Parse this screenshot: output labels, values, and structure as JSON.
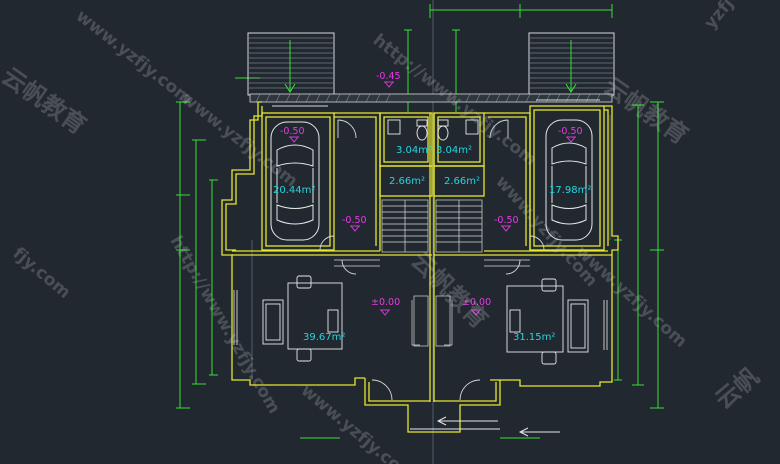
{
  "colors": {
    "background": "#212830",
    "wall": "#e6e62e",
    "line": "#d8d8d8",
    "area_text": "#27d4de",
    "level_text": "#e23ce2",
    "dimension": "#36e036",
    "grid": "#6a7a88"
  },
  "watermarks": {
    "url": "www.yzfjy.com",
    "url_full": "http://www.yzfjy.com",
    "url_fragment": "fjy.com",
    "url_fragment_top": "yzfj",
    "brand_cn": "云帆教育",
    "brand_cn_fragment": "云帆"
  },
  "elevations": {
    "top_step": "-0.45",
    "garage_left": "-0.50",
    "garage_right": "-0.50",
    "hall_left": "-0.50",
    "hall_right": "-0.50",
    "living_left": "±0.00",
    "living_right": "±0.00"
  },
  "areas": {
    "garage_left": "20.44m²",
    "garage_right": "17.98m²",
    "wc_left": "3.04m²",
    "wc_right": "3.04m²",
    "store_left": "2.66m²",
    "store_right": "2.66m²",
    "living_left": "39.67m²",
    "living_right": "31.15m²"
  }
}
